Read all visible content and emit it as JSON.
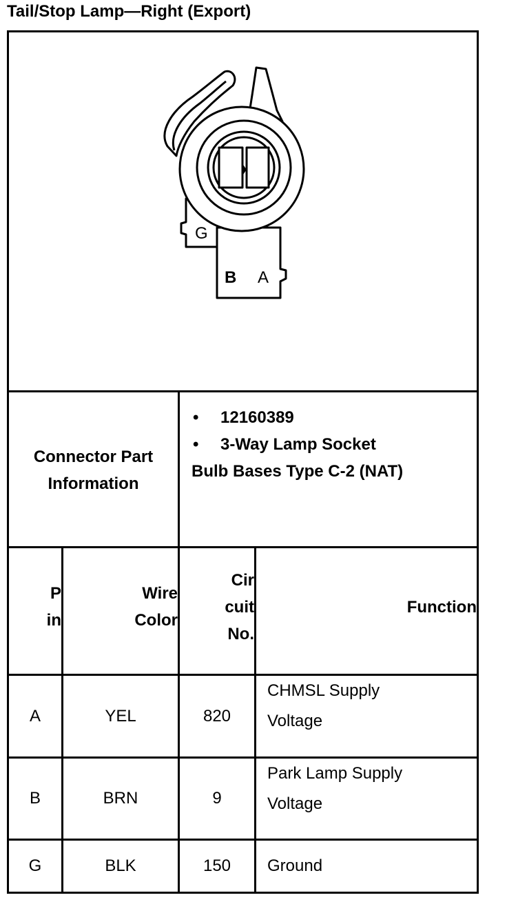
{
  "title": "Tail/Stop Lamp—Right (Export)",
  "diagram": {
    "terminal_labels": [
      "G",
      "B",
      "A"
    ]
  },
  "connector_info": {
    "label_line1": "Connector Part",
    "label_line2": "Information",
    "bullets": [
      "12160389",
      "3-Way Lamp Socket"
    ],
    "bullet_glyph": "•",
    "extra_line": "Bulb Bases Type C-2 (NAT)"
  },
  "table": {
    "headers": {
      "pin": [
        "P",
        "in"
      ],
      "wire_color": [
        "Wire",
        "Color"
      ],
      "circuit": [
        "Cir",
        "cuit",
        "No."
      ],
      "function": [
        "Function"
      ]
    },
    "rows": [
      {
        "pin": "A",
        "color": "YEL",
        "circuit": "820",
        "function": [
          "CHMSL Supply",
          "Voltage"
        ]
      },
      {
        "pin": "B",
        "color": "BRN",
        "circuit": "9",
        "function": [
          "Park Lamp Supply",
          "Voltage"
        ]
      },
      {
        "pin": "G",
        "color": "BLK",
        "circuit": "150",
        "function": [
          "Ground"
        ]
      }
    ]
  }
}
